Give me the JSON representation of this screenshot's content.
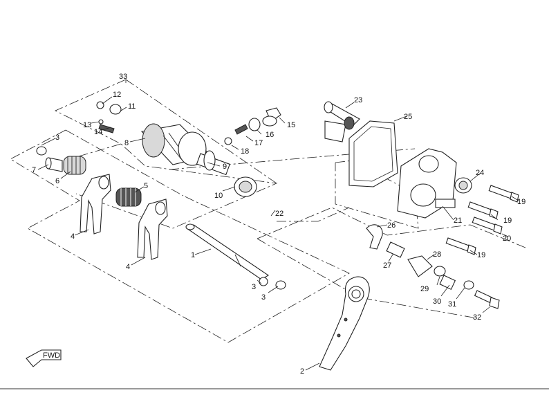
{
  "diagram": {
    "fwd_label": "FWD",
    "callouts": [
      "1",
      "2",
      "3",
      "3",
      "3",
      "4",
      "4",
      "5",
      "6",
      "7",
      "8",
      "9",
      "10",
      "11",
      "12",
      "13",
      "14",
      "15",
      "16",
      "17",
      "18",
      "19",
      "19",
      "19",
      "20",
      "21",
      "22",
      "23",
      "24",
      "25",
      "26",
      "27",
      "28",
      "29",
      "30",
      "31",
      "32",
      "33"
    ]
  }
}
